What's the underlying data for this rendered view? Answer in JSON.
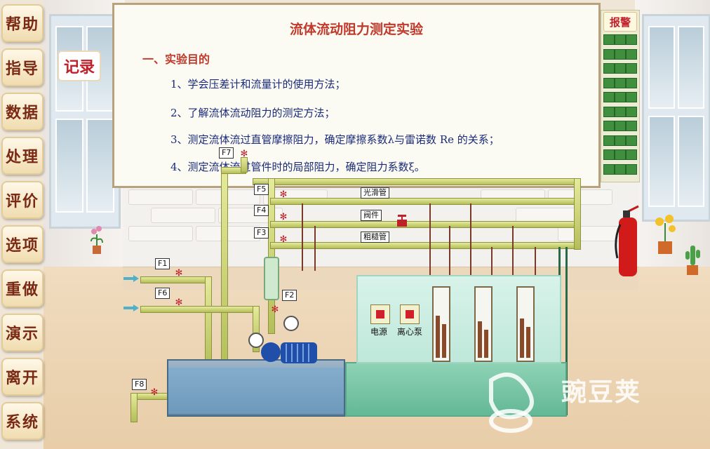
{
  "menu": [
    "帮助",
    "指导",
    "数据",
    "处理",
    "评价",
    "选项",
    "重做",
    "演示",
    "离开",
    "系统"
  ],
  "record_label": "记录",
  "alarm_label": "报警",
  "board": {
    "title": "流体流动阻力测定实验",
    "heading": "一、实验目的",
    "items": [
      "1、学会压差计和流量计的使用方法；",
      "2、了解流体流动阻力的测定方法；",
      "3、测定流体流过直管摩擦阻力，确定摩擦系数λ与雷诺数 Re 的关系；",
      "4、测定流体流过管件时的局部阻力，确定阻力系数ξ。"
    ]
  },
  "pipes": {
    "smooth": "光滑管",
    "valve": "阀件",
    "rough": "粗糙管"
  },
  "valves": [
    "F1",
    "F2",
    "F3",
    "F4",
    "F5",
    "F6",
    "F7",
    "F8"
  ],
  "console": {
    "power": "电源",
    "pump": "离心泵"
  },
  "manometers": [
    "R1",
    "R2",
    "R3"
  ],
  "watermark": "豌豆荚",
  "colors": {
    "menu_text": "#7a2a14",
    "title": "#c0392b",
    "board_text": "#1a2a7a",
    "pipe": "#d4da80",
    "alarm_led": "#3f8f3f",
    "console": "#c8eee1"
  }
}
